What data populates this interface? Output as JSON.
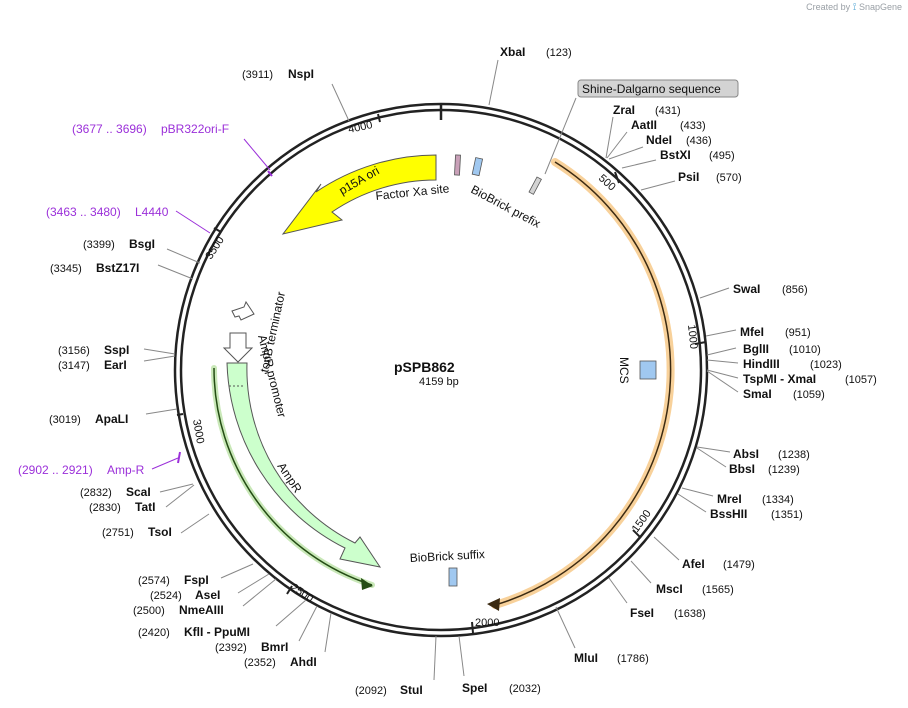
{
  "credit": {
    "text": "Created by",
    "brand": "SnapGene"
  },
  "plasmid": {
    "name": "pSPB862",
    "size_label": "4159 bp",
    "length": 4159
  },
  "tick_labels": [
    "500",
    "1000",
    "1500",
    "2000",
    "2500",
    "3000",
    "3500",
    "4000"
  ],
  "enzymes": [
    {
      "name": "XbaI",
      "pos": "(123)",
      "side": "right"
    },
    {
      "name": "ZraI",
      "pos": "(431)",
      "side": "right"
    },
    {
      "name": "AatII",
      "pos": "(433)",
      "side": "right"
    },
    {
      "name": "NdeI",
      "pos": "(436)",
      "side": "right"
    },
    {
      "name": "BstXI",
      "pos": "(495)",
      "side": "right"
    },
    {
      "name": "PsiI",
      "pos": "(570)",
      "side": "right"
    },
    {
      "name": "SwaI",
      "pos": "(856)",
      "side": "right"
    },
    {
      "name": "MfeI",
      "pos": "(951)",
      "side": "right"
    },
    {
      "name": "BglII",
      "pos": "(1010)",
      "side": "right"
    },
    {
      "name": "HindIII",
      "pos": "(1023)",
      "side": "right"
    },
    {
      "name": "TspMI - XmaI",
      "pos": "(1057)",
      "side": "right"
    },
    {
      "name": "SmaI",
      "pos": "(1059)",
      "side": "right"
    },
    {
      "name": "AbsI",
      "pos": "(1238)",
      "side": "right"
    },
    {
      "name": "BbsI",
      "pos": "(1239)",
      "side": "right"
    },
    {
      "name": "MreI",
      "pos": "(1334)",
      "side": "right"
    },
    {
      "name": "BssHII",
      "pos": "(1351)",
      "side": "right"
    },
    {
      "name": "AfeI",
      "pos": "(1479)",
      "side": "right"
    },
    {
      "name": "MscI",
      "pos": "(1565)",
      "side": "right"
    },
    {
      "name": "FseI",
      "pos": "(1638)",
      "side": "right"
    },
    {
      "name": "MluI",
      "pos": "(1786)",
      "side": "right"
    },
    {
      "name": "SpeI",
      "pos": "(2032)",
      "side": "right"
    },
    {
      "name": "StuI",
      "pos": "(2092)",
      "side": "left"
    },
    {
      "name": "AhdI",
      "pos": "(2352)",
      "side": "left"
    },
    {
      "name": "BmrI",
      "pos": "(2392)",
      "side": "left"
    },
    {
      "name": "KflI - PpuMI",
      "pos": "(2420)",
      "side": "left"
    },
    {
      "name": "NmeAIII",
      "pos": "(2500)",
      "side": "left"
    },
    {
      "name": "AseI",
      "pos": "(2524)",
      "side": "left"
    },
    {
      "name": "FspI",
      "pos": "(2574)",
      "side": "left"
    },
    {
      "name": "TsoI",
      "pos": "(2751)",
      "side": "left"
    },
    {
      "name": "TatI",
      "pos": "(2830)",
      "side": "left"
    },
    {
      "name": "ScaI",
      "pos": "(2832)",
      "side": "left"
    },
    {
      "name": "ApaLI",
      "pos": "(3019)",
      "side": "left"
    },
    {
      "name": "EarI",
      "pos": "(3147)",
      "side": "left"
    },
    {
      "name": "SspI",
      "pos": "(3156)",
      "side": "left"
    },
    {
      "name": "BstZ17I",
      "pos": "(3345)",
      "side": "left"
    },
    {
      "name": "BsgI",
      "pos": "(3399)",
      "side": "left"
    },
    {
      "name": "NspI",
      "pos": "(3911)",
      "side": "left"
    }
  ],
  "primers": [
    {
      "name": "pBR322ori-F",
      "range": "(3677 .. 3696)"
    },
    {
      "name": "L4440",
      "range": "(3463 .. 3480)"
    },
    {
      "name": "Amp-R",
      "range": "(2902 .. 2921)"
    }
  ],
  "features": [
    {
      "name": "p15A ori",
      "color": "#ffff00"
    },
    {
      "name": "Factor Xa site",
      "color": "#c9a0b8"
    },
    {
      "name": "BioBrick prefix",
      "color": "#a0c8f0"
    },
    {
      "name": "Shine-Dalgarno sequence",
      "color": "#d3d3d3"
    },
    {
      "name": "MCS",
      "color": "#a0c8f0"
    },
    {
      "name": "BioBrick suffix",
      "color": "#a0c8f0"
    },
    {
      "name": "AmpR",
      "color": "#ccffcc"
    },
    {
      "name": "AmpR promoter",
      "color": "#ffffff"
    },
    {
      "name": "tonB terminator",
      "color": "#ffffff"
    }
  ],
  "colors": {
    "orf_orange": "#f5a623",
    "orf_green": "#6ab04c",
    "primer": "#9b30d9",
    "backbone": "#222222"
  }
}
